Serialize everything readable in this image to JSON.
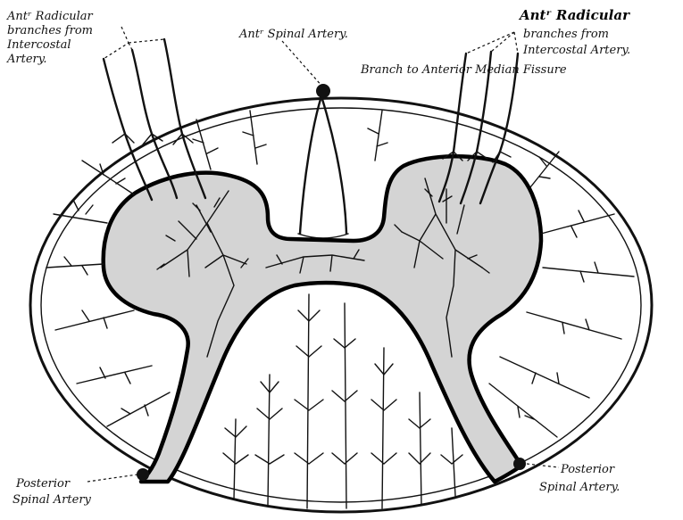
{
  "labels": {
    "ant_radicular_left": [
      "Antʳ Radicular",
      "branches from",
      "Intercostal",
      "Artery."
    ],
    "ant_spinal_artery": "Antʳ Spinal Artery.",
    "ant_radicular_right": [
      "Antʳ Radicular",
      "branches from",
      "Intercostal  Artery."
    ],
    "branch_median_fissure": "Branch to Anterior Median Fissure",
    "posterior_spinal_left": [
      "Posterior",
      "Spinal Artery"
    ],
    "posterior_spinal_right": [
      "Posterior",
      "Spinal Artery."
    ]
  }
}
